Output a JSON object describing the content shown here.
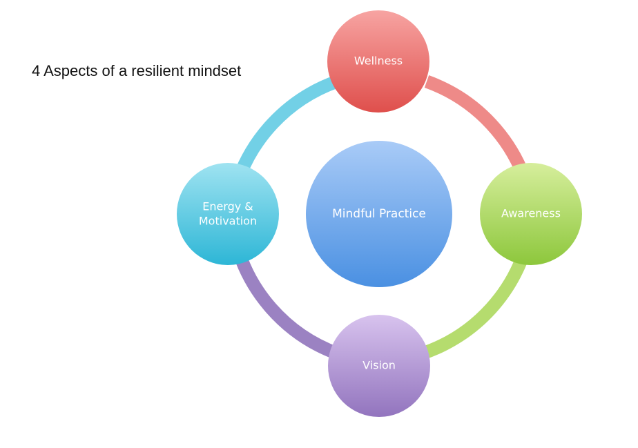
{
  "title": "4 Aspects of a resilient mindset",
  "center": {
    "label": "Mindful Practice",
    "color": "#6aa6ec"
  },
  "nodes": [
    {
      "id": "wellness",
      "lines": [
        "Wellness"
      ],
      "color": "#e55f5f"
    },
    {
      "id": "awareness",
      "lines": [
        "Awareness"
      ],
      "color": "#9fd54a"
    },
    {
      "id": "vision",
      "lines": [
        "Vision"
      ],
      "color": "#a686c8"
    },
    {
      "id": "energy",
      "lines": [
        "Energy &",
        "Motivation"
      ],
      "color": "#3cc4de"
    }
  ],
  "arcs": [
    {
      "from": "wellness",
      "to": "awareness",
      "color": "#e88080"
    },
    {
      "from": "awareness",
      "to": "vision",
      "color": "#b0d96a"
    },
    {
      "from": "vision",
      "to": "energy",
      "color": "#9d84c1"
    },
    {
      "from": "energy",
      "to": "wellness",
      "color": "#6bcfe4"
    }
  ]
}
